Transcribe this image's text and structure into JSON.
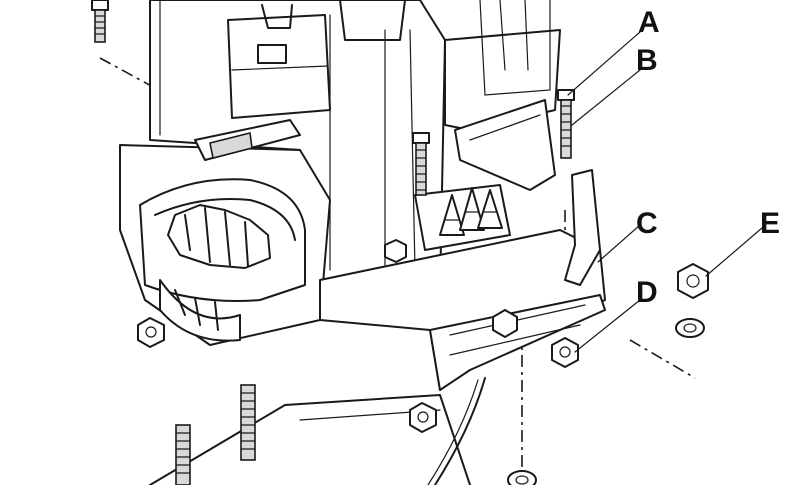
{
  "callouts": {
    "a": "A",
    "b": "B",
    "c": "C",
    "d": "D",
    "e": "E"
  },
  "colors": {
    "ink": "#1a1a1a",
    "shade": "#d9d9d9",
    "background": "#ffffff"
  }
}
